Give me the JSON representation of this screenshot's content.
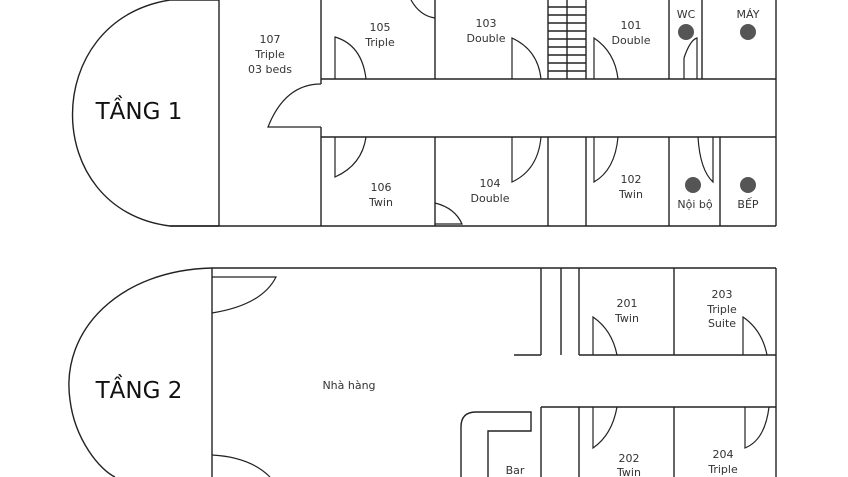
{
  "floor1": {
    "title": "TẦNG 1",
    "rooms": [
      {
        "id": "107",
        "line1": "107",
        "line2": "Triple",
        "line3": "03 beds"
      },
      {
        "id": "105",
        "line1": "105",
        "line2": "Triple"
      },
      {
        "id": "103",
        "line1": "103",
        "line2": "Double"
      },
      {
        "id": "101",
        "line1": "101",
        "line2": "Double"
      },
      {
        "id": "106",
        "line1": "106",
        "line2": "Twin"
      },
      {
        "id": "104",
        "line1": "104",
        "line2": "Double"
      },
      {
        "id": "102",
        "line1": "102",
        "line2": "Twin"
      }
    ],
    "utilities": {
      "wc": "WC",
      "may": "MÁY",
      "noibo": "Nội bộ",
      "bep": "BẾP"
    }
  },
  "floor2": {
    "title": "TẦNG 2",
    "restaurant": "Nhà hàng",
    "bar": "Bar",
    "rooms": [
      {
        "id": "201",
        "line1": "201",
        "line2": "Twin"
      },
      {
        "id": "203",
        "line1": "203",
        "line2": "Triple",
        "line3": "Suite"
      },
      {
        "id": "202",
        "line1": "202",
        "line2": "Twin"
      },
      {
        "id": "204",
        "line1": "204",
        "line2": "Triple"
      }
    ]
  },
  "colors": {
    "wall": "#222222",
    "fixture": "#555555",
    "background": "#ffffff"
  }
}
